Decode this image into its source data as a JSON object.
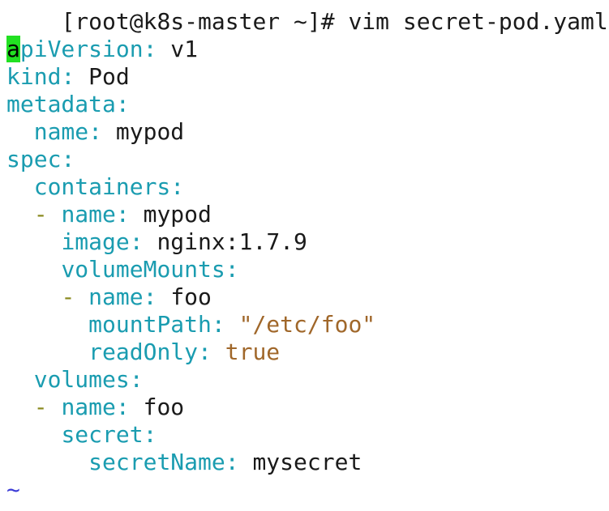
{
  "prompt": {
    "text": "[root@k8s-master ~]# vim secret-pod.yaml"
  },
  "file": {
    "cursor_char": "a",
    "line1_key_rest": "piVersion",
    "line1_value": "v1",
    "line2_key": "kind",
    "line2_value": "Pod",
    "line3_key": "metadata",
    "line4_key": "name",
    "line4_value": "mypod",
    "line5_key": "spec",
    "line6_key": "containers",
    "line7_dash": "-",
    "line7_key": "name",
    "line7_value": "mypod",
    "line8_key": "image",
    "line8_value": "nginx:1.7.9",
    "line9_key": "volumeMounts",
    "line10_dash": "-",
    "line10_key": "name",
    "line10_value": "foo",
    "line11_key": "mountPath",
    "line11_value": "\"/etc/foo\"",
    "line12_key": "readOnly",
    "line12_value": "true",
    "line13_key": "volumes",
    "line14_dash": "-",
    "line14_key": "name",
    "line14_value": "foo",
    "line15_key": "secret",
    "line16_key": "secretName",
    "line16_value": "mysecret",
    "empty_marker": "~",
    "colon": ":"
  },
  "colors": {
    "key": "#1a9cb0",
    "dash": "#8a8a1e",
    "string": "#a0672a",
    "cursor": "#22e022",
    "tilde": "#3b3bd6",
    "text": "#1a1a1a"
  }
}
